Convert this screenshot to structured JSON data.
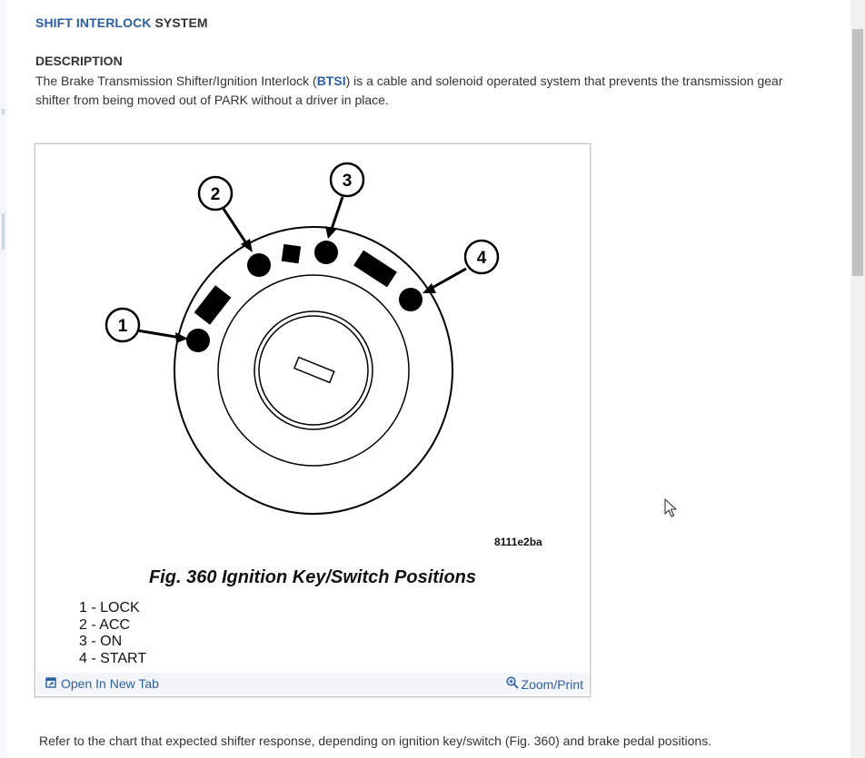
{
  "header": {
    "title_link": "SHIFT INTERLOCK",
    "title_rest": " SYSTEM"
  },
  "description": {
    "heading": "DESCRIPTION",
    "text_before": " The Brake Transmission Shifter/Ignition Interlock (",
    "abbr": "BTSI",
    "text_after": ") is a cable and solenoid operated system that prevents the transmission gear shifter from being moved out of PARK without a driver in place."
  },
  "figure": {
    "image_id": "8111e2ba",
    "caption": "Fig. 360 Ignition Key/Switch Positions",
    "callouts": [
      "1",
      "2",
      "3",
      "4"
    ],
    "legend": [
      "1 - LOCK",
      "2 - ACC",
      "3 - ON",
      "4 - START"
    ],
    "open_tab_label": "Open In New Tab",
    "zoom_label": "Zoom/Print"
  },
  "body": {
    "chart_reference": "Refer to the chart that expected shifter response, depending on ignition key/switch (Fig. 360) and brake pedal positions."
  },
  "colors": {
    "link": "#2c5f9e",
    "text": "#333333"
  },
  "icons": [
    "open-in-new-tab-icon",
    "zoom-icon",
    "mouse-cursor-icon"
  ]
}
